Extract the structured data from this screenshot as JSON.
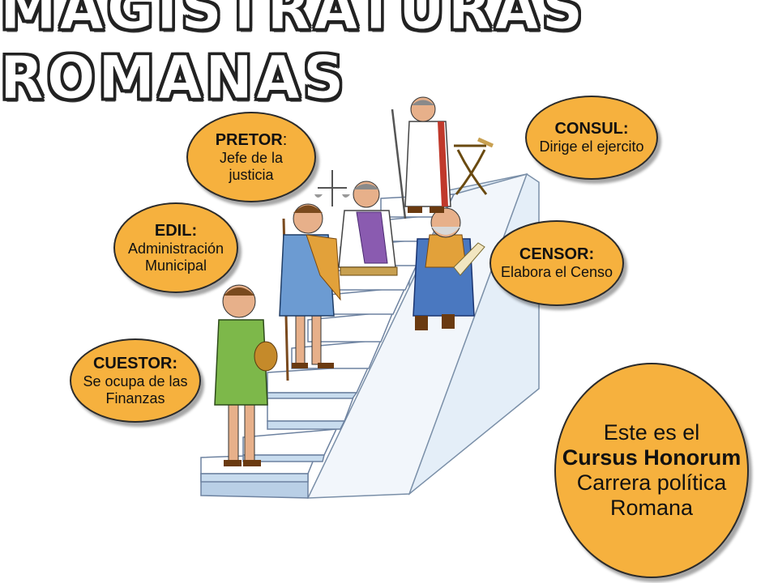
{
  "title": "MAGISTRATURAS ROMANAS",
  "magistracies": [
    {
      "name": "PRETOR",
      "suffix": ":",
      "desc": [
        "Jefe de la",
        "justicia"
      ]
    },
    {
      "name": "EDIL:",
      "suffix": "",
      "desc": [
        "Administración",
        "Municipal"
      ]
    },
    {
      "name": "CUESTOR:",
      "suffix": "",
      "desc": [
        "Se ocupa de las",
        "Finanzas"
      ]
    },
    {
      "name": "CONSUL:",
      "suffix": "",
      "desc": [
        "Dirige el ejercito"
      ]
    },
    {
      "name": "CENSOR:",
      "suffix": "",
      "desc": [
        "Elabora el Censo"
      ]
    }
  ],
  "summary": {
    "line1": "Este es el",
    "line2": "Cursus Honorum",
    "line3": "Carrera política",
    "line4": "Romana"
  },
  "colors": {
    "bubble": "#f6b13e",
    "stairs_top": "#ffffff",
    "stairs_side": "#c8dcee",
    "stairs_wall": "#e4eef8"
  }
}
